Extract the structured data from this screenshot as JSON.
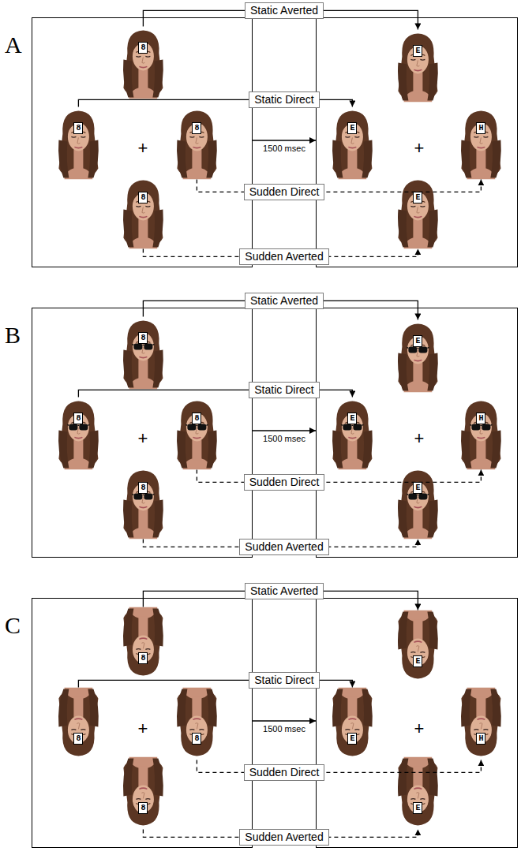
{
  "diagram": {
    "nodes": [
      {
        "text": [
          "+"
        ]
      },
      {
        "text": [
          "8"
        ],
        "in": 0
      },
      {
        "text": [
          "8"
        ],
        "in": 0
      },
      {
        "text": [
          "8"
        ],
        "in": 0
      },
      {
        "text": [
          "8"
        ],
        "in": 0
      },
      {
        "text": [
          "+"
        ]
      },
      {
        "text": [
          "E"
        ],
        "in": 5
      },
      {
        "text": [
          "E"
        ],
        "in": 5
      },
      {
        "text": [
          "H"
        ],
        "in": 5
      },
      {
        "text": [
          "E"
        ],
        "in": 5
      },
      {
        "text": [
          "+"
        ]
      },
      {
        "text": [
          "8"
        ],
        "in": 10
      },
      {
        "text": [
          "8"
        ],
        "in": 10
      },
      {
        "text": [
          "8"
        ],
        "in": 10
      },
      {
        "text": [
          "8"
        ],
        "in": 10
      },
      {
        "text": [
          "+"
        ]
      },
      {
        "text": [
          "E"
        ],
        "in": 15
      },
      {
        "text": [
          "E"
        ],
        "in": 15
      },
      {
        "text": [
          "H"
        ],
        "in": 15
      },
      {
        "text": [
          "E"
        ],
        "in": 15
      },
      {
        "text": [
          "+"
        ]
      },
      {
        "text": [
          "8"
        ],
        "in": 20
      },
      {
        "text": [
          "8"
        ],
        "in": 20
      },
      {
        "text": [
          "8"
        ],
        "in": 20
      },
      {
        "text": [
          "8"
        ],
        "in": 20
      },
      {
        "text": [
          "+"
        ]
      },
      {
        "text": [
          "E"
        ],
        "in": 25
      },
      {
        "text": [
          "E"
        ],
        "in": 25
      },
      {
        "text": [
          "H"
        ],
        "in": 25
      },
      {
        "text": [
          "E"
        ],
        "in": 25
      }
    ],
    "edges": [
      {
        "from": 0,
        "to": 5,
        "arrow": "to",
        "label": "1500 msec"
      },
      {
        "from": 1,
        "to": 6,
        "arrow": "to",
        "label": "Static Averted"
      },
      {
        "from": 2,
        "to": 7,
        "arrow": "to",
        "label": "Static Direct"
      },
      {
        "from": 3,
        "to": 8,
        "arrow": "to",
        "label": "Sudden Direct"
      },
      {
        "from": 4,
        "to": 9,
        "arrow": "to",
        "label": "Sudden Averted"
      },
      {
        "from": 10,
        "to": 15,
        "arrow": "to",
        "label": "1500 msec"
      },
      {
        "from": 11,
        "to": 16,
        "arrow": "to",
        "label": "Static Averted"
      },
      {
        "from": 12,
        "to": 17,
        "arrow": "to",
        "label": "Static Direct"
      },
      {
        "from": 13,
        "to": 18,
        "arrow": "to",
        "label": "Sudden Direct"
      },
      {
        "from": 14,
        "to": 19,
        "arrow": "to",
        "label": "Sudden Averted"
      },
      {
        "from": 20,
        "to": 25,
        "arrow": "to",
        "label": "1500 msec"
      },
      {
        "from": 21,
        "to": 26,
        "arrow": "to",
        "label": "Static Averted"
      },
      {
        "from": 22,
        "to": 27,
        "arrow": "to",
        "label": "Static Direct"
      },
      {
        "from": 23,
        "to": 28,
        "arrow": "to",
        "label": "Sudden Direct"
      },
      {
        "from": 24,
        "to": 29,
        "arrow": "to",
        "label": "Sudden Averted"
      }
    ],
    "labels": [
      "A",
      "B",
      "C"
    ]
  }
}
